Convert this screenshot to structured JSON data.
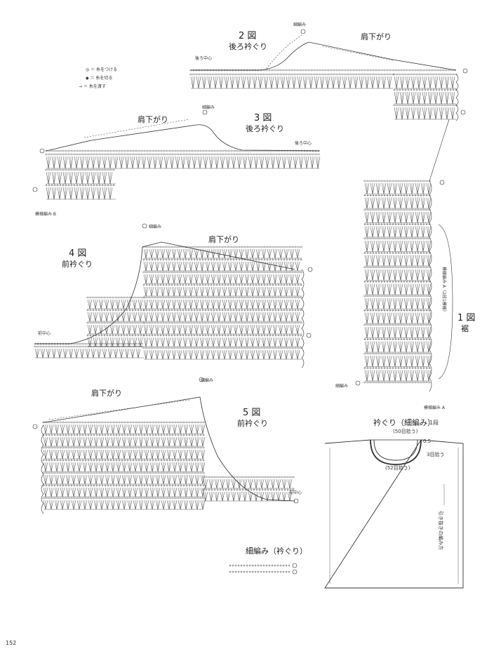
{
  "figures": {
    "fig2": {
      "num": "2 図",
      "name": "後ろ衿ぐり"
    },
    "fig3": {
      "num": "3 図",
      "name": "後ろ衿ぐり"
    },
    "fig4": {
      "num": "4 図",
      "name": "前衿ぐり"
    },
    "fig5": {
      "num": "5 図",
      "name": "前衿ぐり"
    },
    "fig1": {
      "num": "1 図",
      "name": "裾"
    }
  },
  "labels": {
    "shoulder_slope": "肩下がり",
    "single_crochet": "細編み",
    "center_back": "後ろ中心",
    "center_front": "前中心",
    "pattern_a": "模様編み A",
    "pattern_b": "模様編み B",
    "neck_edge": "細編み（衿ぐり）",
    "side_note": "模様編み A（2段1模様）",
    "page_number": "152"
  },
  "legend": {
    "item1": "◎ ＝ 糸をつける",
    "item2": "◆ ＝ 糸を切る",
    "item3": "→ ＝ 糸を渡す"
  },
  "schematic": {
    "title": "衿ぐり（細編み）",
    "title_suffix": "1段",
    "top_measure": "(50目拾う)",
    "side_measure": "0.5",
    "front_measure": "(52目拾う)",
    "right_note": "3目拾う",
    "vertical_note": "引き抜きの編み方"
  },
  "colors": {
    "line": "#333333",
    "paper": "#ffffff"
  }
}
